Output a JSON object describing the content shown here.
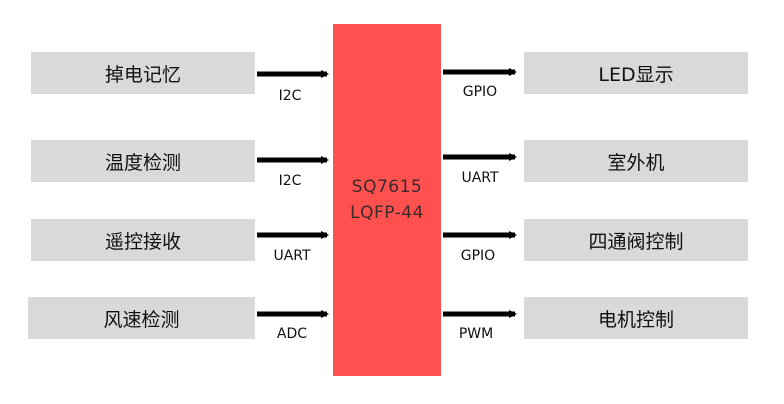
{
  "chip": {
    "name": "SQ7615",
    "package": "LQFP-44"
  },
  "inputs": [
    {
      "label": "掉电记忆",
      "bus": "I2C"
    },
    {
      "label": "温度检测",
      "bus": "I2C"
    },
    {
      "label": "遥控接收",
      "bus": "UART"
    },
    {
      "label": "风速检测",
      "bus": "ADC"
    }
  ],
  "outputs": [
    {
      "label": "LED显示",
      "bus": "GPIO"
    },
    {
      "label": "室外机",
      "bus": "UART"
    },
    {
      "label": "四通阀控制",
      "bus": "GPIO"
    },
    {
      "label": "电机控制",
      "bus": "PWM"
    }
  ],
  "colors": {
    "mcu": "#ff5050",
    "box": "#d9d9d9",
    "arrow": "#000000"
  }
}
